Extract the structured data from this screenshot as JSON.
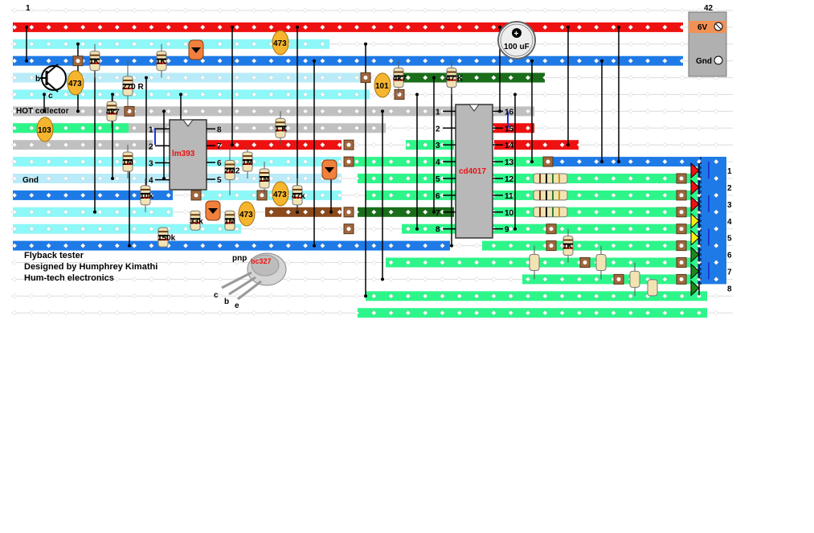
{
  "board": {
    "col_first": "1",
    "col_last": "42",
    "colors": {
      "red": "#ee1111",
      "cyan": "#8ef7f7",
      "blue": "#1e7ae6",
      "lightgreen": "#2ef58a",
      "darkgreen": "#1a6e1a",
      "gray": "#c0c0c0",
      "brown": "#8b4a1c",
      "lightblue": "#b9ecf8",
      "resistor": "#f2e3b3",
      "cap": "#f5b52e",
      "chip": "#b8b8b8"
    }
  },
  "labels": {
    "hot_collector": "HOT collector",
    "gnd": "Gnd",
    "supply_6v": "6V",
    "supply_gnd": "Gnd",
    "elcap": "100 uF",
    "lm393": "lm393",
    "cd4017": "cd4017",
    "transistor_b": "b",
    "transistor_c": "c",
    "pkg_pnp": "pnp",
    "pkg_part": "bc327",
    "pkg_c": "c",
    "pkg_b": "b",
    "pkg_e": "e"
  },
  "resistors": [
    "1K",
    "1K",
    "270 R",
    "4k7",
    "1M",
    "10k",
    "150k",
    "33k",
    "2M2",
    "1M",
    "1M",
    "1M",
    "1 K",
    "47k",
    "4k7",
    "47 K",
    "1K"
  ],
  "capacitors": [
    "473",
    "473",
    "103",
    "473",
    "101",
    "473"
  ],
  "lm393_pins_left": [
    "1",
    "2",
    "3",
    "4"
  ],
  "lm393_pins_right": [
    "8",
    "7",
    "6",
    "5"
  ],
  "cd4017_pins_left": [
    "1",
    "2",
    "3",
    "4",
    "5",
    "6",
    "7",
    "8"
  ],
  "cd4017_pins_right": [
    "16",
    "15",
    "14",
    "13",
    "12",
    "11",
    "10",
    "9"
  ],
  "led_numbers": [
    "1",
    "2",
    "3",
    "4",
    "5",
    "6",
    "7",
    "8"
  ],
  "notes": {
    "line1": "Flyback tester",
    "line2": "Designed by Humphrey Kimathi",
    "line3": "Hum-tech electronics"
  }
}
